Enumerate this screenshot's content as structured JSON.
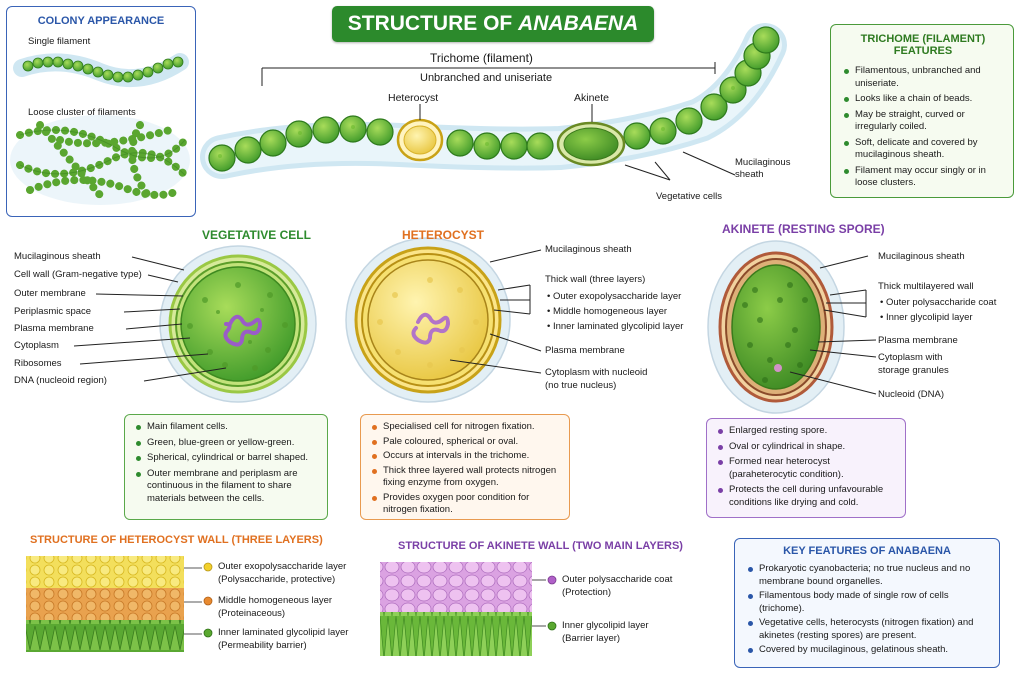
{
  "title": {
    "prefix": "STRUCTURE OF ",
    "italic": "ANABAENA"
  },
  "colony": {
    "title": "COLONY APPEARANCE",
    "single": "Single filament",
    "cluster": "Loose cluster of filaments"
  },
  "trichome": {
    "label": "Trichome (filament)",
    "sub": "Unbranched and uniseriate",
    "heterocyst": "Heterocyst",
    "akinete": "Akinete",
    "mucilage": "Mucilaginous sheath",
    "vegetative": "Vegetative cells"
  },
  "trichome_features": {
    "title": "TRICHOME (FILAMENT) FEATURES",
    "items": [
      "Filamentous, unbranched and uniseriate.",
      "Looks like a chain of beads.",
      "May be straight, curved or irregularly coiled.",
      "Soft, delicate and covered by mucilaginous sheath.",
      "Filament may occur singly or in loose clusters."
    ]
  },
  "vegetative_cell": {
    "title": "VEGETATIVE CELL",
    "labels": [
      "Mucilaginous sheath",
      "Cell wall (Gram-negative type)",
      "Outer membrane",
      "Periplasmic space",
      "Plasma membrane",
      "Cytoplasm",
      "Ribosomes",
      "DNA (nucleoid region)"
    ],
    "items": [
      "Main filament cells.",
      "Green, blue-green or yellow-green.",
      "Spherical, cylindrical or barrel shaped.",
      "Outer membrane and periplasm are continuous in the filament to share materials between the cells."
    ]
  },
  "heterocyst": {
    "title": "HETEROCYST",
    "sheath": "Mucilaginous sheath",
    "wall": "Thick wall (three layers)",
    "wall_items": [
      "Outer exopolysaccharide layer",
      "Middle homogeneous layer",
      "Inner laminated glycolipid layer"
    ],
    "plasma": "Plasma membrane",
    "cyto": "Cytoplasm with nucleoid",
    "cyto2": "(no true nucleus)",
    "items": [
      "Specialised cell for nitrogen fixation.",
      "Pale coloured, spherical or oval.",
      "Occurs at intervals in the trichome.",
      "Thick three layered wall protects nitrogen fixing enzyme from oxygen.",
      "Provides oxygen poor condition for nitrogen fixation."
    ]
  },
  "akinete": {
    "title": "AKINETE (RESTING SPORE)",
    "sheath": "Mucilaginous sheath",
    "wall": "Thick multilayered wall",
    "wall_items": [
      "Outer polysaccharide coat",
      "Inner glycolipid layer"
    ],
    "plasma": "Plasma membrane",
    "cyto": "Cytoplasm with",
    "cyto2": "storage granules",
    "nucleoid": "Nucleoid (DNA)",
    "items": [
      "Enlarged resting spore.",
      "Oval or cylindrical in shape.",
      "Formed near heterocyst (paraheterocytic condition).",
      "Protects the cell during unfavourable conditions like drying and cold."
    ]
  },
  "het_wall": {
    "title": "STRUCTURE OF HETEROCYST WALL (THREE LAYERS)",
    "layers": [
      {
        "name": "Outer exopolysaccharide layer",
        "desc": "(Polysaccharide, protective)"
      },
      {
        "name": "Middle homogeneous layer",
        "desc": "(Proteinaceous)"
      },
      {
        "name": "Inner laminated glycolipid layer",
        "desc": "(Permeability barrier)"
      }
    ]
  },
  "aki_wall": {
    "title": "STRUCTURE OF AKINETE WALL (TWO MAIN LAYERS)",
    "layers": [
      {
        "name": "Outer polysaccharide coat",
        "desc": "(Protection)"
      },
      {
        "name": "Inner glycolipid layer",
        "desc": "(Barrier layer)"
      }
    ]
  },
  "key_features": {
    "title": "KEY FEATURES OF ANABAENA",
    "items": [
      "Prokaryotic cyanobacteria; no true nucleus and no membrane bound organelles.",
      "Filamentous body made of single row of cells (trichome).",
      "Vegetative cells, heterocysts (nitrogen fixation) and akinetes (resting spores) are present.",
      "Covered by mucilaginous, gelatinous sheath."
    ]
  },
  "colors": {
    "green": "#2e8b2e",
    "orange": "#e07020",
    "purple": "#7a3fa6",
    "blue": "#2a56a8",
    "title_bg": "#2c8a2c"
  }
}
